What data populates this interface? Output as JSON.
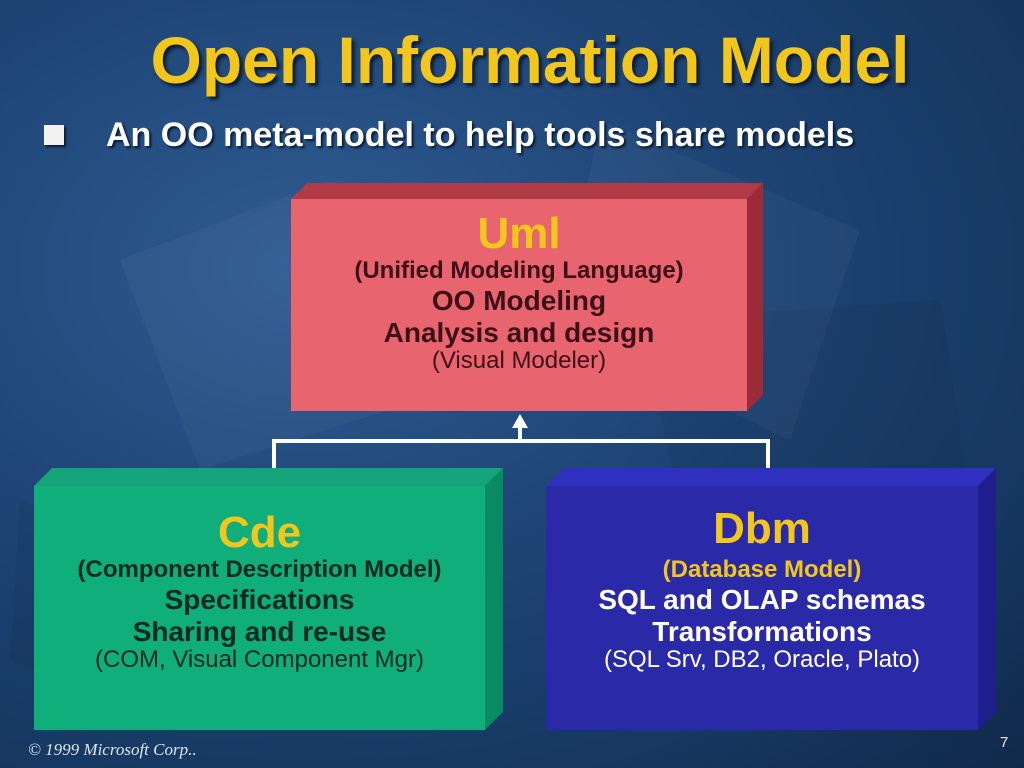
{
  "slide": {
    "title": "Open Information Model",
    "bullet": "An OO meta-model to help tools share models",
    "footer": "© 1999 Microsoft Corp..",
    "page_number": "7"
  },
  "models": [
    {
      "title": "Uml",
      "subtitle": "(Unified Modeling Language)",
      "lines": [
        "OO Modeling",
        "Analysis and design"
      ],
      "note": "(Visual Modeler)",
      "colors": {
        "front": "#e8646f",
        "top": "#b03a46",
        "side": "#9c2a37",
        "title": "#f2c61a",
        "text": "#3d1017"
      }
    },
    {
      "title": "Cde",
      "subtitle": "(Component Description Model)",
      "lines": [
        "Specifications",
        "Sharing and re-use"
      ],
      "note": "(COM, Visual Component Mgr)",
      "colors": {
        "front": "#0fae7b",
        "top": "#14a47a",
        "side": "#0a8a62",
        "title": "#f2c61a",
        "text": "#0a2a20"
      }
    },
    {
      "title": "Dbm",
      "subtitle": "(Database Model)",
      "lines": [
        "SQL and OLAP schemas",
        "Transformations"
      ],
      "note": "(SQL Srv, DB2, Oracle, Plato)",
      "colors": {
        "front": "#2a2aa8",
        "top": "#3030c0",
        "side": "#1e1e8c",
        "title": "#f2c61a",
        "text": "#ffffff"
      }
    }
  ],
  "connector_color": "#ffffff"
}
